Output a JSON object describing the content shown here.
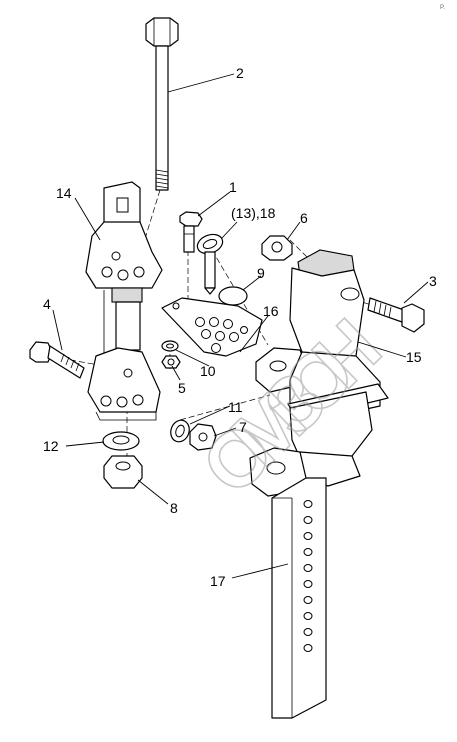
{
  "diagram": {
    "corner_mark": "P.",
    "watermark": "ОМЗОН",
    "callouts": [
      {
        "id": "1",
        "text": "1"
      },
      {
        "id": "2",
        "text": "2"
      },
      {
        "id": "3",
        "text": "3"
      },
      {
        "id": "4",
        "text": "4"
      },
      {
        "id": "5",
        "text": "5"
      },
      {
        "id": "6",
        "text": "6"
      },
      {
        "id": "7",
        "text": "7"
      },
      {
        "id": "8",
        "text": "8"
      },
      {
        "id": "9",
        "text": "9"
      },
      {
        "id": "10",
        "text": "10"
      },
      {
        "id": "11",
        "text": "11"
      },
      {
        "id": "12",
        "text": "12"
      },
      {
        "id": "13_18",
        "text": "(13),18"
      },
      {
        "id": "14",
        "text": "14"
      },
      {
        "id": "15",
        "text": "15"
      },
      {
        "id": "16",
        "text": "16"
      },
      {
        "id": "17",
        "text": "17"
      }
    ]
  }
}
